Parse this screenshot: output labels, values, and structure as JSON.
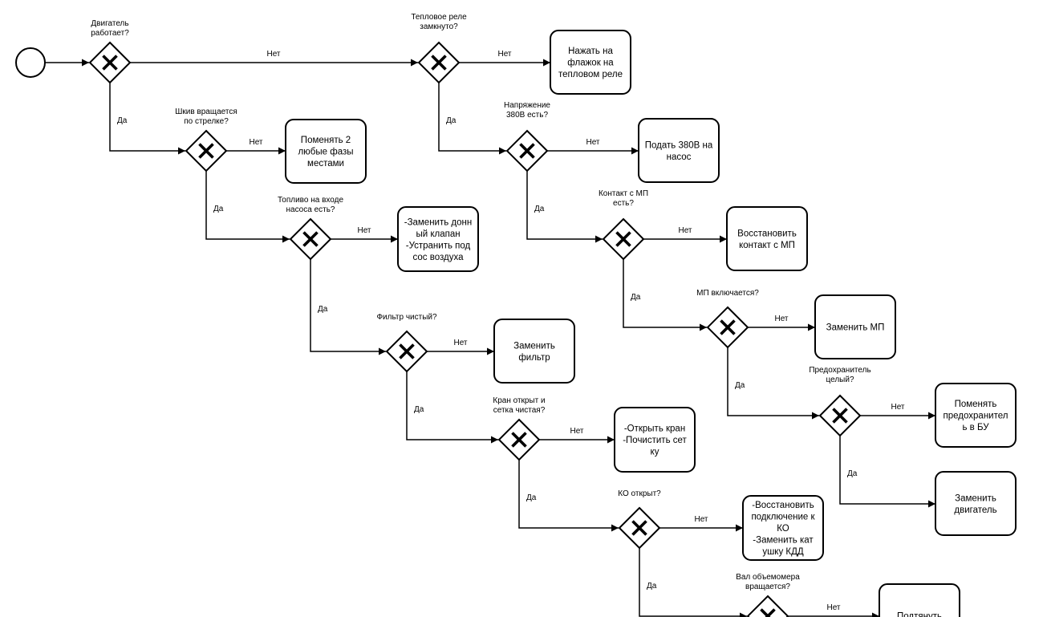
{
  "diagram": {
    "start_event": "start",
    "gateways": [
      {
        "id": "g1",
        "question": [
          "Двигатель",
          "работает?"
        ]
      },
      {
        "id": "g2",
        "question": [
          "Шкив вращается",
          "по стрелке?"
        ]
      },
      {
        "id": "g3",
        "question": [
          "Топливо на входе",
          "насоса есть?"
        ]
      },
      {
        "id": "g4",
        "question": [
          "Фильтр чистый?"
        ]
      },
      {
        "id": "g5",
        "question": [
          "Кран открыт и",
          "сетка чистая?"
        ]
      },
      {
        "id": "g6",
        "question": [
          "КО открыт?"
        ]
      },
      {
        "id": "g7",
        "question": [
          "Вал объемомера",
          "вращается?"
        ]
      },
      {
        "id": "g8",
        "question": [
          "Тепловое реле",
          "замкнуто?"
        ]
      },
      {
        "id": "g9",
        "question": [
          "Напряжение",
          "380В есть?"
        ]
      },
      {
        "id": "g10",
        "question": [
          "Контакт с МП",
          "есть?"
        ]
      },
      {
        "id": "g11",
        "question": [
          "МП включается?"
        ]
      },
      {
        "id": "g12",
        "question": [
          "Предохранитель",
          "целый?"
        ]
      }
    ],
    "tasks": [
      {
        "id": "t1",
        "lines": [
          "Нажать на",
          "флажок на",
          "тепловом реле"
        ]
      },
      {
        "id": "t2",
        "lines": [
          "Поменять 2",
          "любые фазы",
          "местами"
        ]
      },
      {
        "id": "t3",
        "lines": [
          "Подать 380В на",
          "насос"
        ]
      },
      {
        "id": "t4",
        "lines": [
          "-Заменить донн",
          "ый клапан",
          "-Устранить под",
          "сос воздуха"
        ]
      },
      {
        "id": "t5",
        "lines": [
          "Восстановить",
          "контакт с МП"
        ]
      },
      {
        "id": "t6",
        "lines": [
          "Заменить",
          "фильтр"
        ]
      },
      {
        "id": "t7",
        "lines": [
          "Заменить МП"
        ]
      },
      {
        "id": "t8",
        "lines": [
          "-Открыть кран",
          "-Почистить сет",
          "ку"
        ]
      },
      {
        "id": "t9",
        "lines": [
          "Поменять",
          "предохранител",
          "ь в БУ"
        ]
      },
      {
        "id": "t10",
        "lines": [
          "Заменить",
          "двигатель"
        ]
      },
      {
        "id": "t11",
        "lines": [
          "-Восстановить",
          "подключение к",
          "КО",
          "-Заменить кат",
          "ушку КДД"
        ]
      },
      {
        "id": "t12",
        "lines": [
          "Подтянуть"
        ]
      }
    ],
    "flow_labels": {
      "no": "Нет",
      "yes": "Да"
    }
  }
}
